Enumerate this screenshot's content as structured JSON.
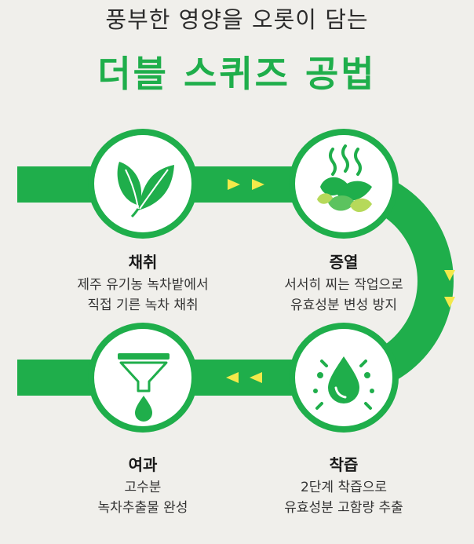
{
  "header": {
    "subtitle": "풍부한 영양을 오롯이 담는",
    "title": "더블 스퀴즈 공법"
  },
  "colors": {
    "brand_green": "#1fae4b",
    "accent_yellow": "#f3e94a",
    "background": "#f0efeb"
  },
  "steps": [
    {
      "name": "채취",
      "desc_line1": "제주 유기농 녹차밭에서",
      "desc_line2": "직접 기른 녹차 채취",
      "icon": "tea-leaves-icon"
    },
    {
      "name": "증열",
      "desc_line1": "서서히 찌는 작업으로",
      "desc_line2": "유효성분 변성 방지",
      "icon": "steamed-leaves-icon"
    },
    {
      "name": "착즙",
      "desc_line1": "2단계 착즙으로",
      "desc_line2": "유효성분 고함량 추출",
      "icon": "juice-drop-icon"
    },
    {
      "name": "여과",
      "desc_line1": "고수분",
      "desc_line2": "녹차추출물 완성",
      "icon": "filter-funnel-icon"
    }
  ]
}
